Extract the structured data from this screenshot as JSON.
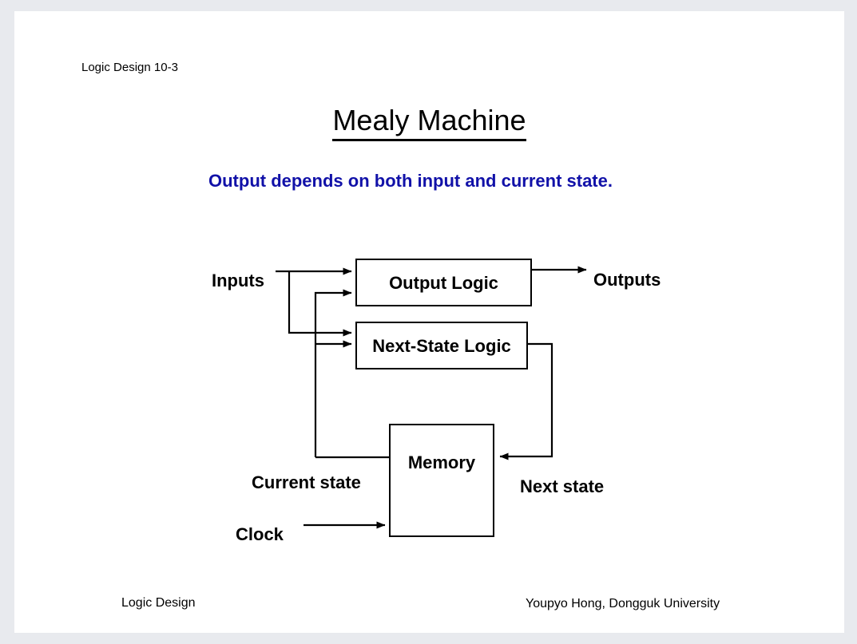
{
  "page": {
    "header_note": "Logic Design 10-3",
    "title": "Mealy Machine",
    "subtitle": "Output depends on both input and current state.",
    "background_color": "#e8eaee",
    "page_color": "#ffffff",
    "subtitle_color": "#1111a8",
    "line_color": "#000000"
  },
  "diagram": {
    "boxes": [
      {
        "id": "output-logic",
        "label": "Output Logic"
      },
      {
        "id": "next-state-logic",
        "label": "Next-State Logic"
      },
      {
        "id": "memory",
        "label": "Memory"
      }
    ],
    "labels": {
      "inputs": "Inputs",
      "outputs": "Outputs",
      "current_state": "Current state",
      "next_state": "Next state",
      "clock": "Clock"
    }
  },
  "footer": {
    "left": "Logic Design",
    "right": "Youpyo Hong, Dongguk University"
  }
}
